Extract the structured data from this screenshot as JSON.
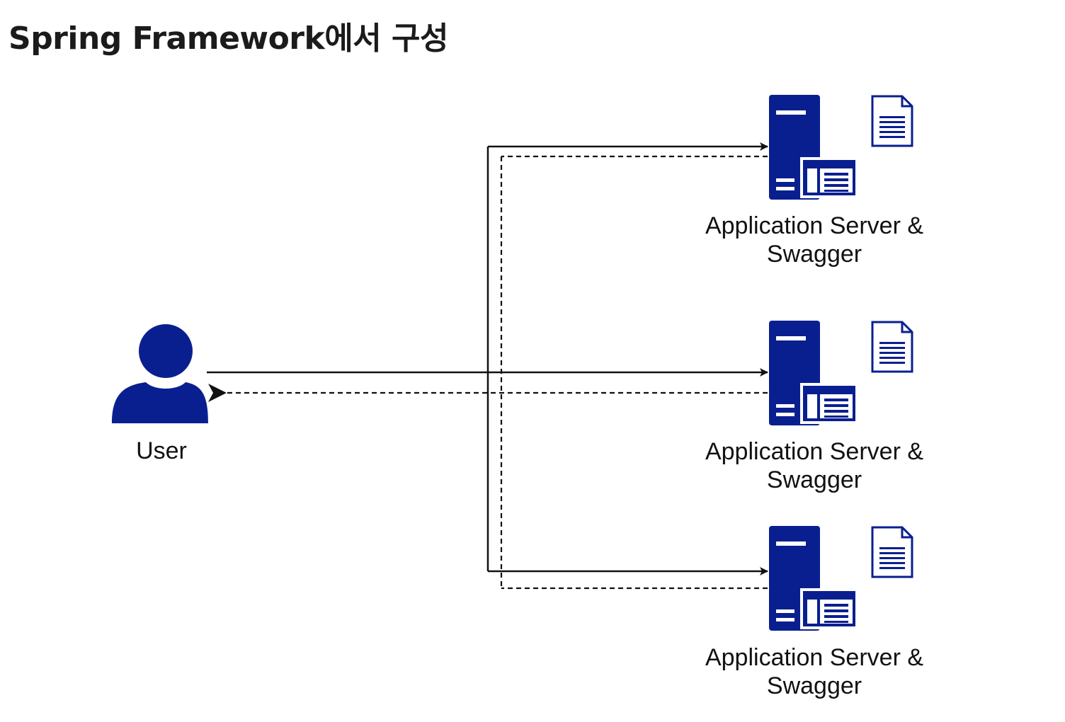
{
  "page": {
    "title": "Spring Framework에서 구성"
  },
  "diagram": {
    "user": {
      "label": "User",
      "icon": "user-icon",
      "color": "#0a1f8f"
    },
    "servers": [
      {
        "label_line1": "Application Server &",
        "label_line2": "Swagger",
        "icon": "server-icon",
        "doc_icon": "document-icon"
      },
      {
        "label_line1": "Application Server &",
        "label_line2": "Swagger",
        "icon": "server-icon",
        "doc_icon": "document-icon"
      },
      {
        "label_line1": "Application Server &",
        "label_line2": "Swagger",
        "icon": "server-icon",
        "doc_icon": "document-icon"
      }
    ],
    "connections": {
      "request": "solid-arrow",
      "response": "dashed-arrow"
    },
    "colors": {
      "icon": "#0a1f8f",
      "line": "#111111"
    }
  }
}
